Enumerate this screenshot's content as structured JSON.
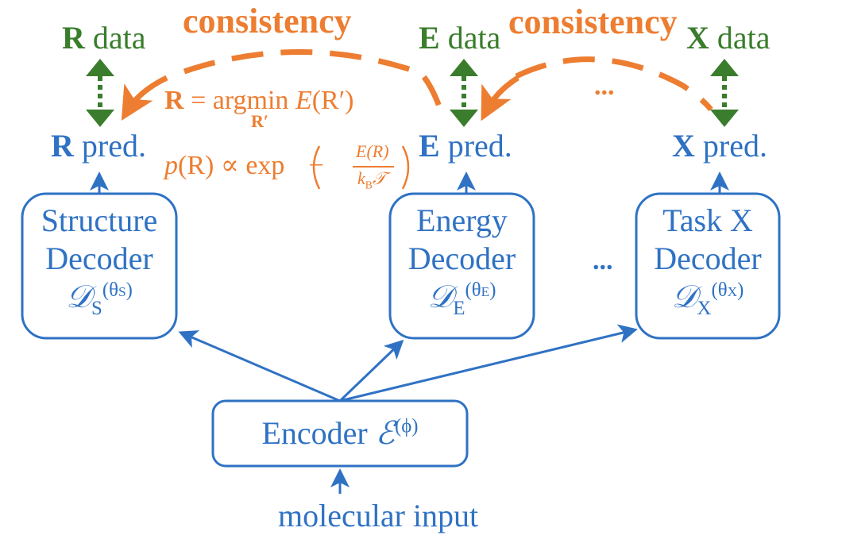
{
  "colors": {
    "data": "#3a7d2c",
    "model": "#2f72c4",
    "consistency": "#ed7d31"
  },
  "top": {
    "r_data": {
      "sym": "R",
      "label": "data"
    },
    "e_data": {
      "sym": "E",
      "label": "data"
    },
    "x_data": {
      "sym": "X",
      "label": "data"
    },
    "consistency_left": "consistency",
    "consistency_right": "consistency",
    "ellipsis_top": "..."
  },
  "predictions": {
    "r_pred": {
      "sym": "R",
      "label": "pred."
    },
    "e_pred": {
      "sym": "E",
      "label": "pred."
    },
    "x_pred": {
      "sym": "X",
      "label": "pred."
    }
  },
  "equations": {
    "argmin": {
      "lhs": "R",
      "eq": " = argmin ",
      "E": "E",
      "arg": "(R′)",
      "sub": "R′"
    },
    "boltzmann": {
      "p": "p",
      "arg": "(R)",
      "prop": " ∝ exp",
      "num": "E(R)",
      "den_k": "k",
      "den_sub": "B",
      "den_T": "𝒯"
    }
  },
  "decoders": [
    {
      "line1": "Structure",
      "line2": "Decoder",
      "sym": "𝒟",
      "sub": "S",
      "sup": "(θ",
      "sup_sub": "S",
      "sup_close": ")"
    },
    {
      "line1": "Energy",
      "line2": "Decoder",
      "sym": "𝒟",
      "sub": "E",
      "sup": "(θ",
      "sup_sub": "E",
      "sup_close": ")"
    },
    {
      "line1": "Task X",
      "line2": "Decoder",
      "sym": "𝒟",
      "sub": "X",
      "sup": "(θ",
      "sup_sub": "X",
      "sup_close": ")"
    }
  ],
  "ellipsis_middle": "...",
  "encoder": {
    "label": "Encoder ",
    "sym": "ℰ",
    "sup": "(ϕ)"
  },
  "input": "molecular input"
}
